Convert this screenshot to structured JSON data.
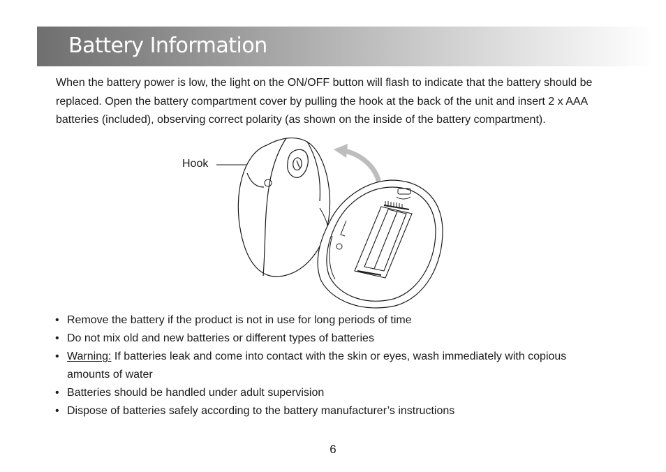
{
  "header": {
    "title": "Battery Information"
  },
  "intro": {
    "text": "When the battery power is low, the light on the ON/OFF button will flash to indicate that the battery should be replaced. Open the battery compartment cover by pulling the hook at the back of the unit and insert 2 x AAA batteries (included), observing correct polarity (as shown on the inside of the battery compartment)."
  },
  "figure": {
    "hook_label": "Hook"
  },
  "bullets": {
    "bullet_symbol": "•",
    "items": [
      {
        "text": "Remove the battery if the product is not in use for long periods of time"
      },
      {
        "text": "Do not mix old and new batteries or different types of batteries"
      },
      {
        "label": "Warning:",
        "text": " If batteries leak and come into contact with the skin or eyes, wash immediately with copious amounts of water"
      },
      {
        "text": "Batteries should be handled under adult supervision"
      },
      {
        "text": "Dispose of batteries safely according to the battery manufacturer’s instructions"
      }
    ]
  },
  "footer": {
    "page_number": "6"
  }
}
